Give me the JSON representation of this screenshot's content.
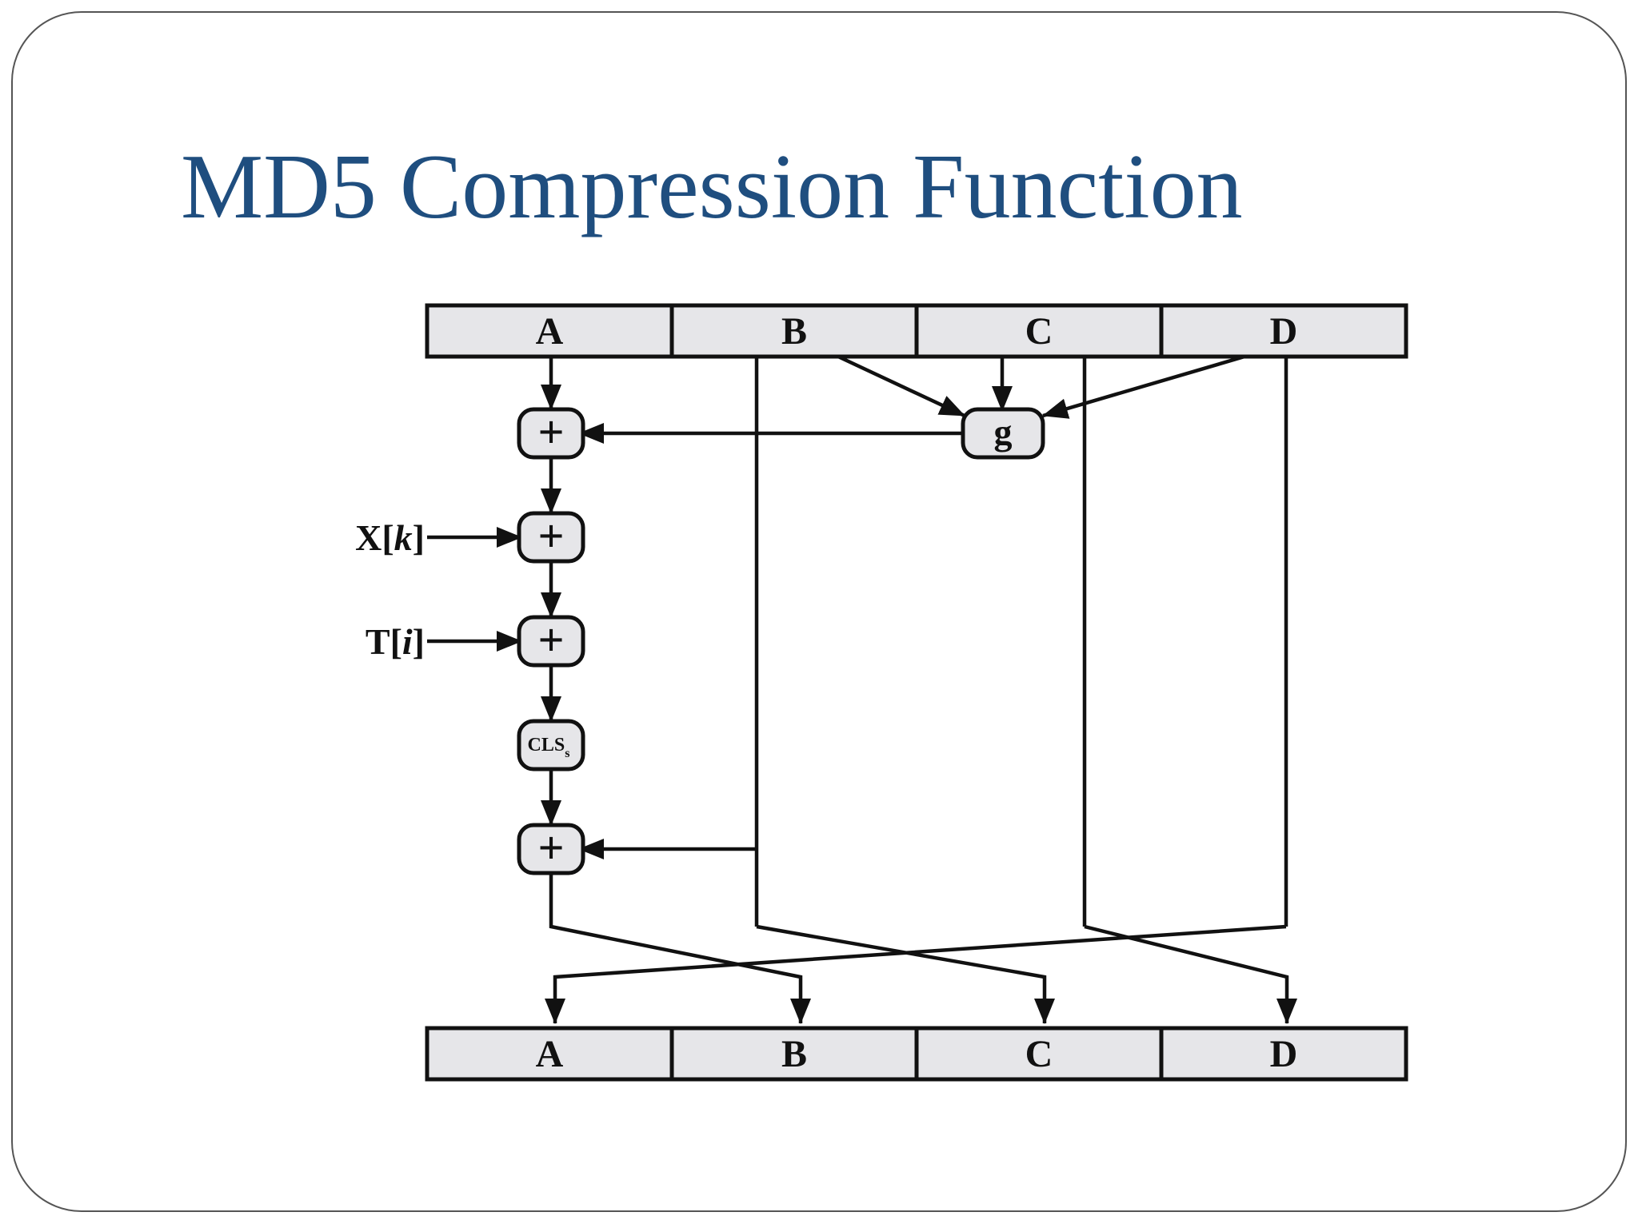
{
  "slide": {
    "title": "MD5 Compression Function"
  },
  "diagram": {
    "top_register": [
      "A",
      "B",
      "C",
      "D"
    ],
    "bottom_register": [
      "A",
      "B",
      "C",
      "D"
    ],
    "function_node": "g",
    "adder_symbol": "+",
    "shift_node": {
      "main": "CLS",
      "subscript": "s"
    },
    "inputs": {
      "message_word": {
        "name": "X",
        "index": "k"
      },
      "constant": {
        "name": "T",
        "index": "i"
      }
    }
  },
  "colors": {
    "title": "#1f4e7f",
    "box_fill": "#e6e6e9",
    "line": "#111111",
    "slide_border": "#555555"
  }
}
